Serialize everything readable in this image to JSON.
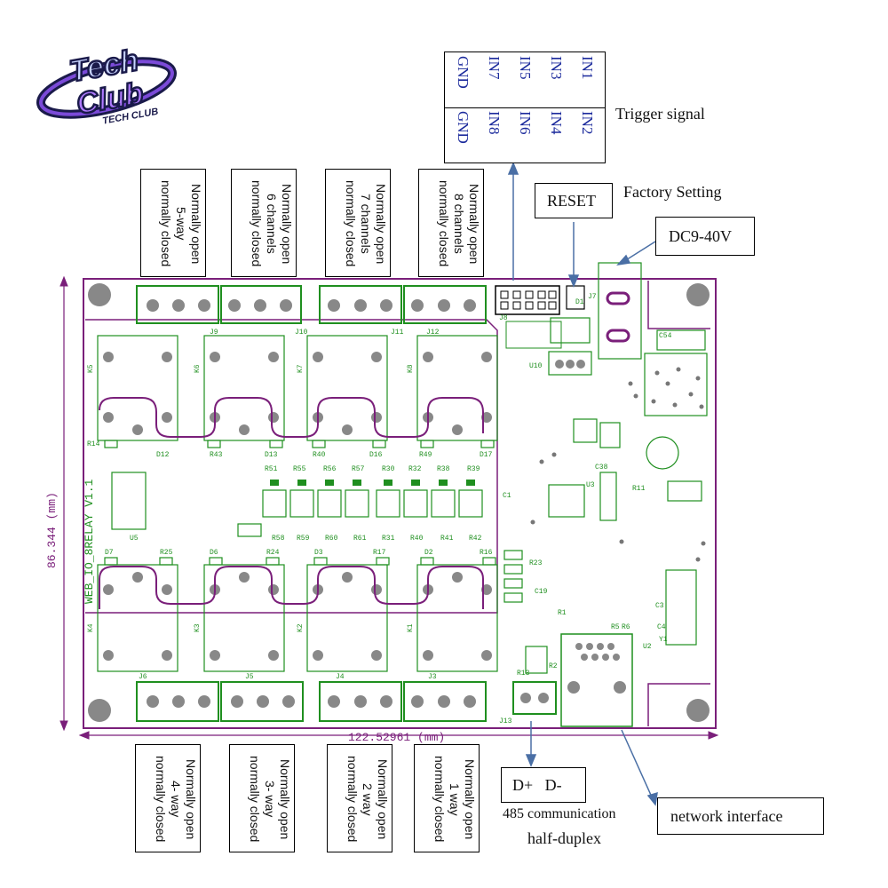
{
  "logo": {
    "line1": "Tech",
    "line2": "Club",
    "tagline": "TECH CLUB"
  },
  "trigger": {
    "row1": [
      "IN1",
      "IN3",
      "IN5",
      "IN7",
      "GND"
    ],
    "row2": [
      "IN2",
      "IN4",
      "IN6",
      "IN8",
      "GND"
    ],
    "label": "Trigger signal"
  },
  "reset": {
    "button": "RESET",
    "label": "Factory Setting"
  },
  "power": {
    "label": "DC9-40V"
  },
  "top_relays": [
    {
      "line1": "Normally open",
      "line2": "5-way",
      "line3": "normally closed"
    },
    {
      "line1": "Normally open",
      "line2": "6 channels",
      "line3": "normally closed"
    },
    {
      "line1": "Normally open",
      "line2": "7 channels",
      "line3": "normally closed"
    },
    {
      "line1": "Normally open",
      "line2": "8 channels",
      "line3": "normally closed"
    }
  ],
  "bottom_relays": [
    {
      "line1": "Normally open",
      "line2": "4- way",
      "line3": "normally closed"
    },
    {
      "line1": "Normally open",
      "line2": "3- way",
      "line3": "normally closed"
    },
    {
      "line1": "Normally open",
      "line2": "2 way",
      "line3": "normally closed"
    },
    {
      "line1": "Normally open",
      "line2": "1 way",
      "line3": "normally closed"
    }
  ],
  "rs485": {
    "pins": "D+   D-",
    "line1": "485 communication",
    "line2": "half-duplex"
  },
  "network": {
    "label": "network interface"
  },
  "dimensions": {
    "width": "122.52961 (mm)",
    "height": "86.344 (mm)"
  },
  "board_name": "WEB_IO_8RELAY V1.1",
  "connectors": {
    "j9": "J9",
    "j10": "J10",
    "j11": "J11",
    "j12": "J12",
    "j6": "J6",
    "j5": "J5",
    "j4": "J4",
    "j3": "J3",
    "j13": "J13",
    "j8": "J8",
    "j7": "J7"
  },
  "relays": {
    "k1": "K1",
    "k2": "K2",
    "k3": "K3",
    "k4": "K4",
    "k5": "K5",
    "k6": "K6",
    "k7": "K7",
    "k8": "K8"
  },
  "parts": [
    "R14",
    "D12",
    "R43",
    "D13",
    "R40",
    "D16",
    "R49",
    "D17",
    "R51",
    "R55",
    "R56",
    "R57",
    "R30",
    "R32",
    "R38",
    "R39",
    "R58",
    "R59",
    "R60",
    "R61",
    "R31",
    "R40",
    "R41",
    "R42",
    "D7",
    "R25",
    "D6",
    "R24",
    "D3",
    "R17",
    "D2",
    "R16",
    "U5",
    "U10",
    "U3",
    "C54",
    "C38",
    "R11",
    "C4",
    "C3",
    "C1",
    "U2",
    "R23",
    "C19",
    "R13",
    "R2",
    "R1",
    "Y1",
    "R5",
    "R6",
    "D1"
  ],
  "colors": {
    "outline": "#7a1f7a",
    "copper": "#1f8f1f",
    "callout": "#4a6fa5"
  }
}
